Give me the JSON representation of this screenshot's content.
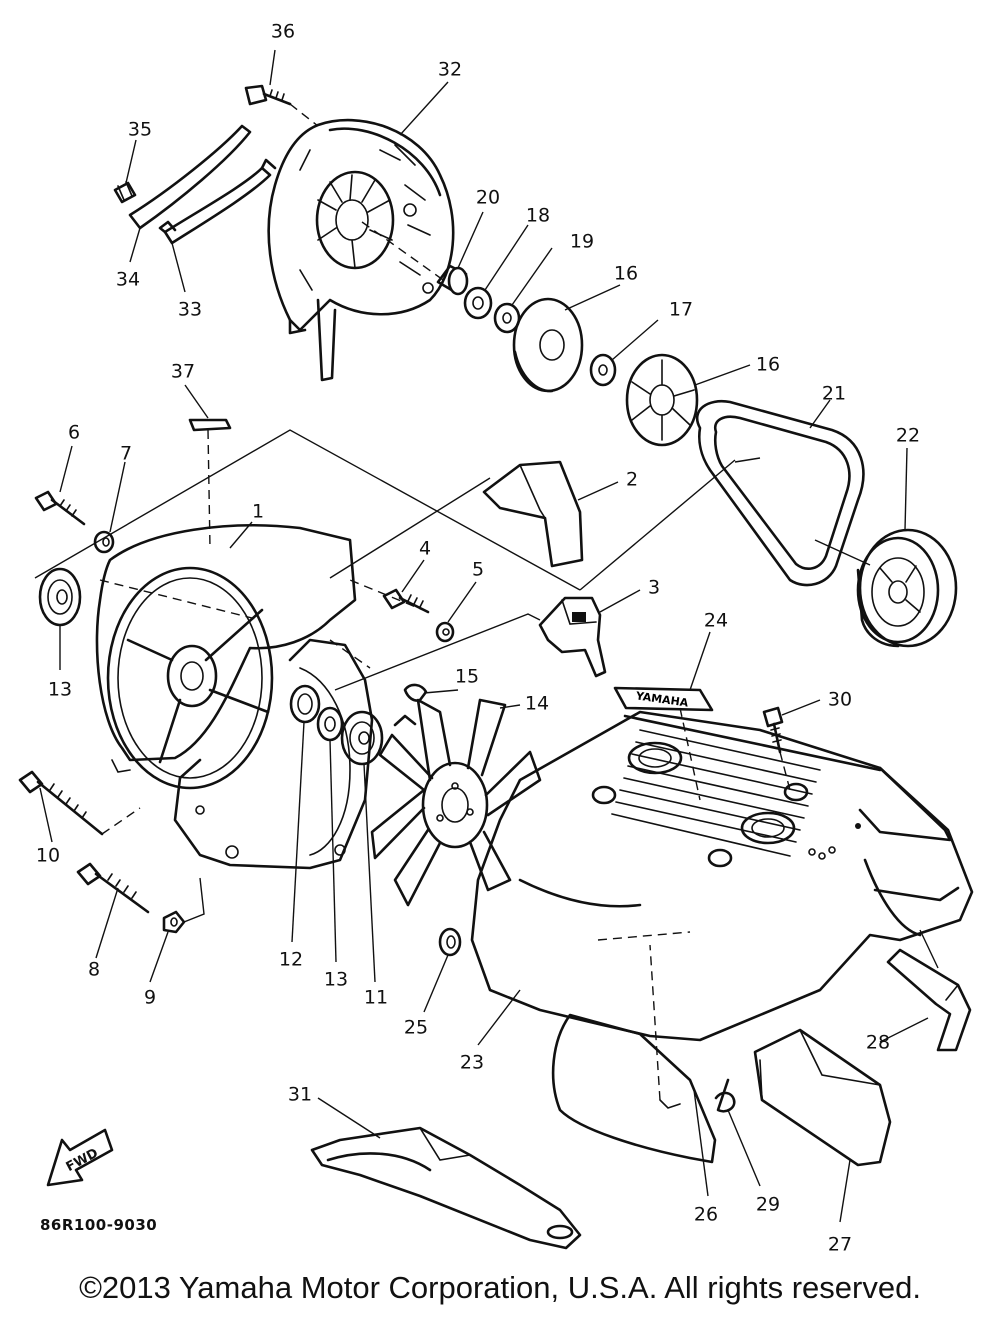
{
  "diagram": {
    "code": "86R100-9030",
    "fwd_label": "FWD",
    "decal_text": "YAMAHA",
    "callouts": [
      {
        "id": "1",
        "label": "1"
      },
      {
        "id": "2",
        "label": "2"
      },
      {
        "id": "3",
        "label": "3"
      },
      {
        "id": "4",
        "label": "4"
      },
      {
        "id": "5",
        "label": "5"
      },
      {
        "id": "6",
        "label": "6"
      },
      {
        "id": "7",
        "label": "7"
      },
      {
        "id": "8",
        "label": "8"
      },
      {
        "id": "9",
        "label": "9"
      },
      {
        "id": "10",
        "label": "10"
      },
      {
        "id": "11",
        "label": "11"
      },
      {
        "id": "12",
        "label": "12"
      },
      {
        "id": "13a",
        "label": "13"
      },
      {
        "id": "13b",
        "label": "13"
      },
      {
        "id": "14",
        "label": "14"
      },
      {
        "id": "15",
        "label": "15"
      },
      {
        "id": "16a",
        "label": "16"
      },
      {
        "id": "16b",
        "label": "16"
      },
      {
        "id": "17",
        "label": "17"
      },
      {
        "id": "18",
        "label": "18"
      },
      {
        "id": "19",
        "label": "19"
      },
      {
        "id": "20",
        "label": "20"
      },
      {
        "id": "21",
        "label": "21"
      },
      {
        "id": "22",
        "label": "22"
      },
      {
        "id": "23",
        "label": "23"
      },
      {
        "id": "24",
        "label": "24"
      },
      {
        "id": "25",
        "label": "25"
      },
      {
        "id": "26",
        "label": "26"
      },
      {
        "id": "27",
        "label": "27"
      },
      {
        "id": "28",
        "label": "28"
      },
      {
        "id": "29",
        "label": "29"
      },
      {
        "id": "30",
        "label": "30"
      },
      {
        "id": "31",
        "label": "31"
      },
      {
        "id": "32",
        "label": "32"
      },
      {
        "id": "33",
        "label": "33"
      },
      {
        "id": "34",
        "label": "34"
      },
      {
        "id": "35",
        "label": "35"
      },
      {
        "id": "36",
        "label": "36"
      },
      {
        "id": "37",
        "label": "37"
      }
    ]
  },
  "copyright": "©2013 Yamaha Motor Corporation, U.S.A. All rights reserved."
}
